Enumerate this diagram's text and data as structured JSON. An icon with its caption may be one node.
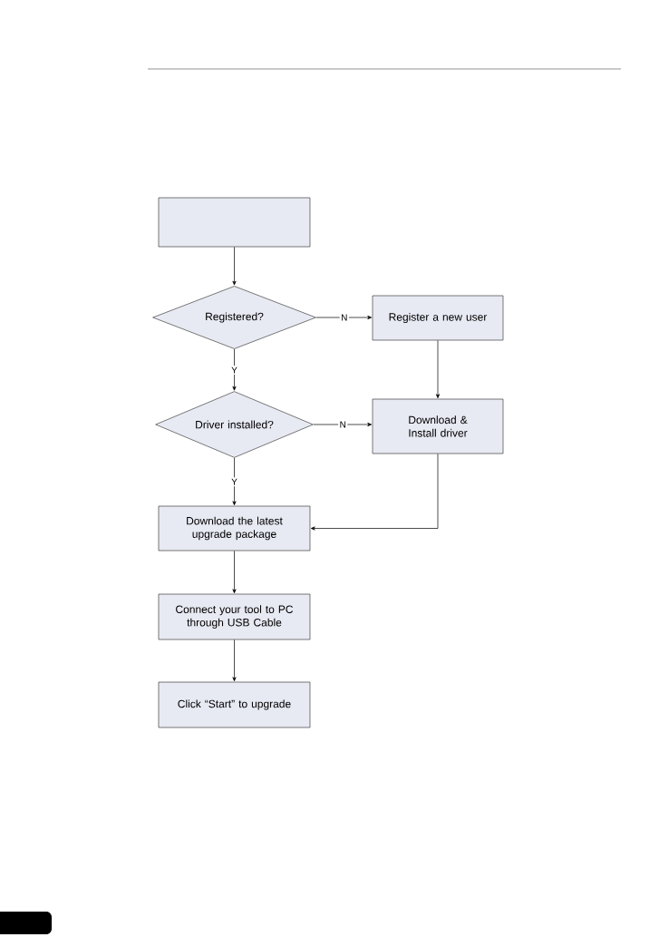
{
  "diagram": {
    "nodes": [
      {
        "text": [],
        "shape": "box"
      },
      {
        "text": [
          "Registered?"
        ]
      },
      {
        "text": [
          "Register a new user"
        ]
      },
      {
        "text": [
          "Driver installed?"
        ]
      },
      {
        "text": [
          "Download & Install driver"
        ]
      },
      {
        "text": [
          "Download the latest upgrade package"
        ]
      },
      {
        "text": [
          "Connect your tool to PC through USB Cable"
        ]
      },
      {
        "text": [
          "Click “Start” to upgrade"
        ]
      }
    ],
    "edges": [
      {
        "from": 0,
        "to": 1,
        "arrow": "to"
      },
      {
        "from": 1,
        "to": 2,
        "arrow": "to",
        "label": "N"
      },
      {
        "from": 2,
        "to": 4,
        "arrow": "to"
      },
      {
        "from": 1,
        "to": 3,
        "arrow": "to",
        "label": "Y"
      },
      {
        "from": 3,
        "to": 4,
        "arrow": "to",
        "label": "N"
      },
      {
        "from": 3,
        "to": 5,
        "arrow": "to",
        "label": "Y"
      },
      {
        "from": 4,
        "to": 5,
        "arrow": "to"
      },
      {
        "from": 5,
        "to": 6,
        "arrow": "to"
      },
      {
        "from": 6,
        "to": 7,
        "arrow": "to"
      }
    ]
  }
}
